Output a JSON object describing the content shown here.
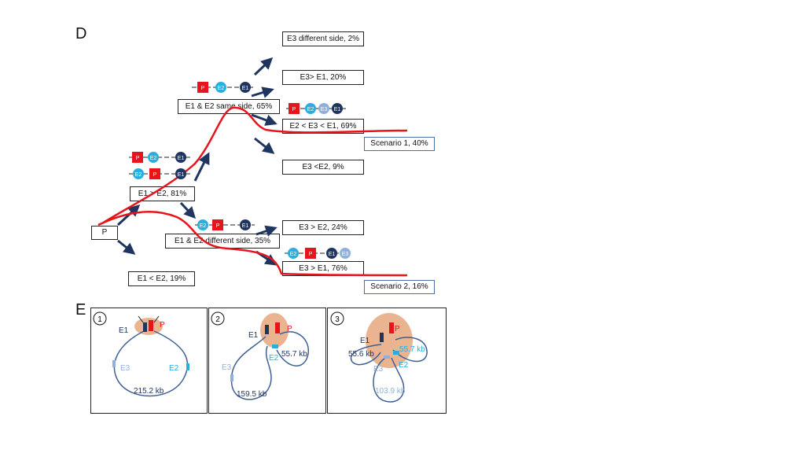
{
  "panel_d": {
    "letter": "D",
    "root": "P",
    "nodes": {
      "e3_diff": "E3 different side, 2%",
      "e3_gt_e1": "E3> E1, 20%",
      "same_side": "E1 & E2 same side, 65%",
      "e2_e3_e1": "E2 < E3 < E1, 69%",
      "scenario1": "Scenario  1, 40%",
      "e3_lt_e2": "E3 <E2, 9%",
      "e1_gt_e2": "E1 > E2, 81%",
      "diff_side": "E1 & E2 different side, 35%",
      "e3_gt_e2": "E3 > E2, 24%",
      "e3_gt_e1_76": "E3 > E1, 76%",
      "scenario2": "Scenario 2, 16%",
      "e1_lt_e2": "E1 < E2, 19%"
    },
    "glyphs": {
      "p": "P",
      "e1": "E1",
      "e2": "E2",
      "e3": "E3"
    },
    "colors": {
      "promoter": "#e8141b",
      "e1": "#1f3560",
      "e2": "#29aee0",
      "e3": "#8fb0dc",
      "path": "#e8141b",
      "arrow": "#1f3560"
    }
  },
  "panel_e": {
    "letter": "E",
    "panels": [
      {
        "num": "1",
        "e1": "E1",
        "p": "P",
        "e2": "E2",
        "e3": "E3",
        "dist": "215.2 kb"
      },
      {
        "num": "2",
        "e1": "E1",
        "p": "P",
        "e2": "E2",
        "e3": "E3",
        "d1": "55.7 kb",
        "d2": "159.5 kb"
      },
      {
        "num": "3",
        "e1": "E1",
        "p": "P",
        "e2": "E2",
        "e3": "E3",
        "d1": "55.7 kb",
        "d2": "55.6 kb",
        "d3": "103.9 kb"
      }
    ],
    "colors": {
      "loop": "#3e5f93",
      "blob": "#e6a77c",
      "promoter": "#e8141b"
    }
  }
}
